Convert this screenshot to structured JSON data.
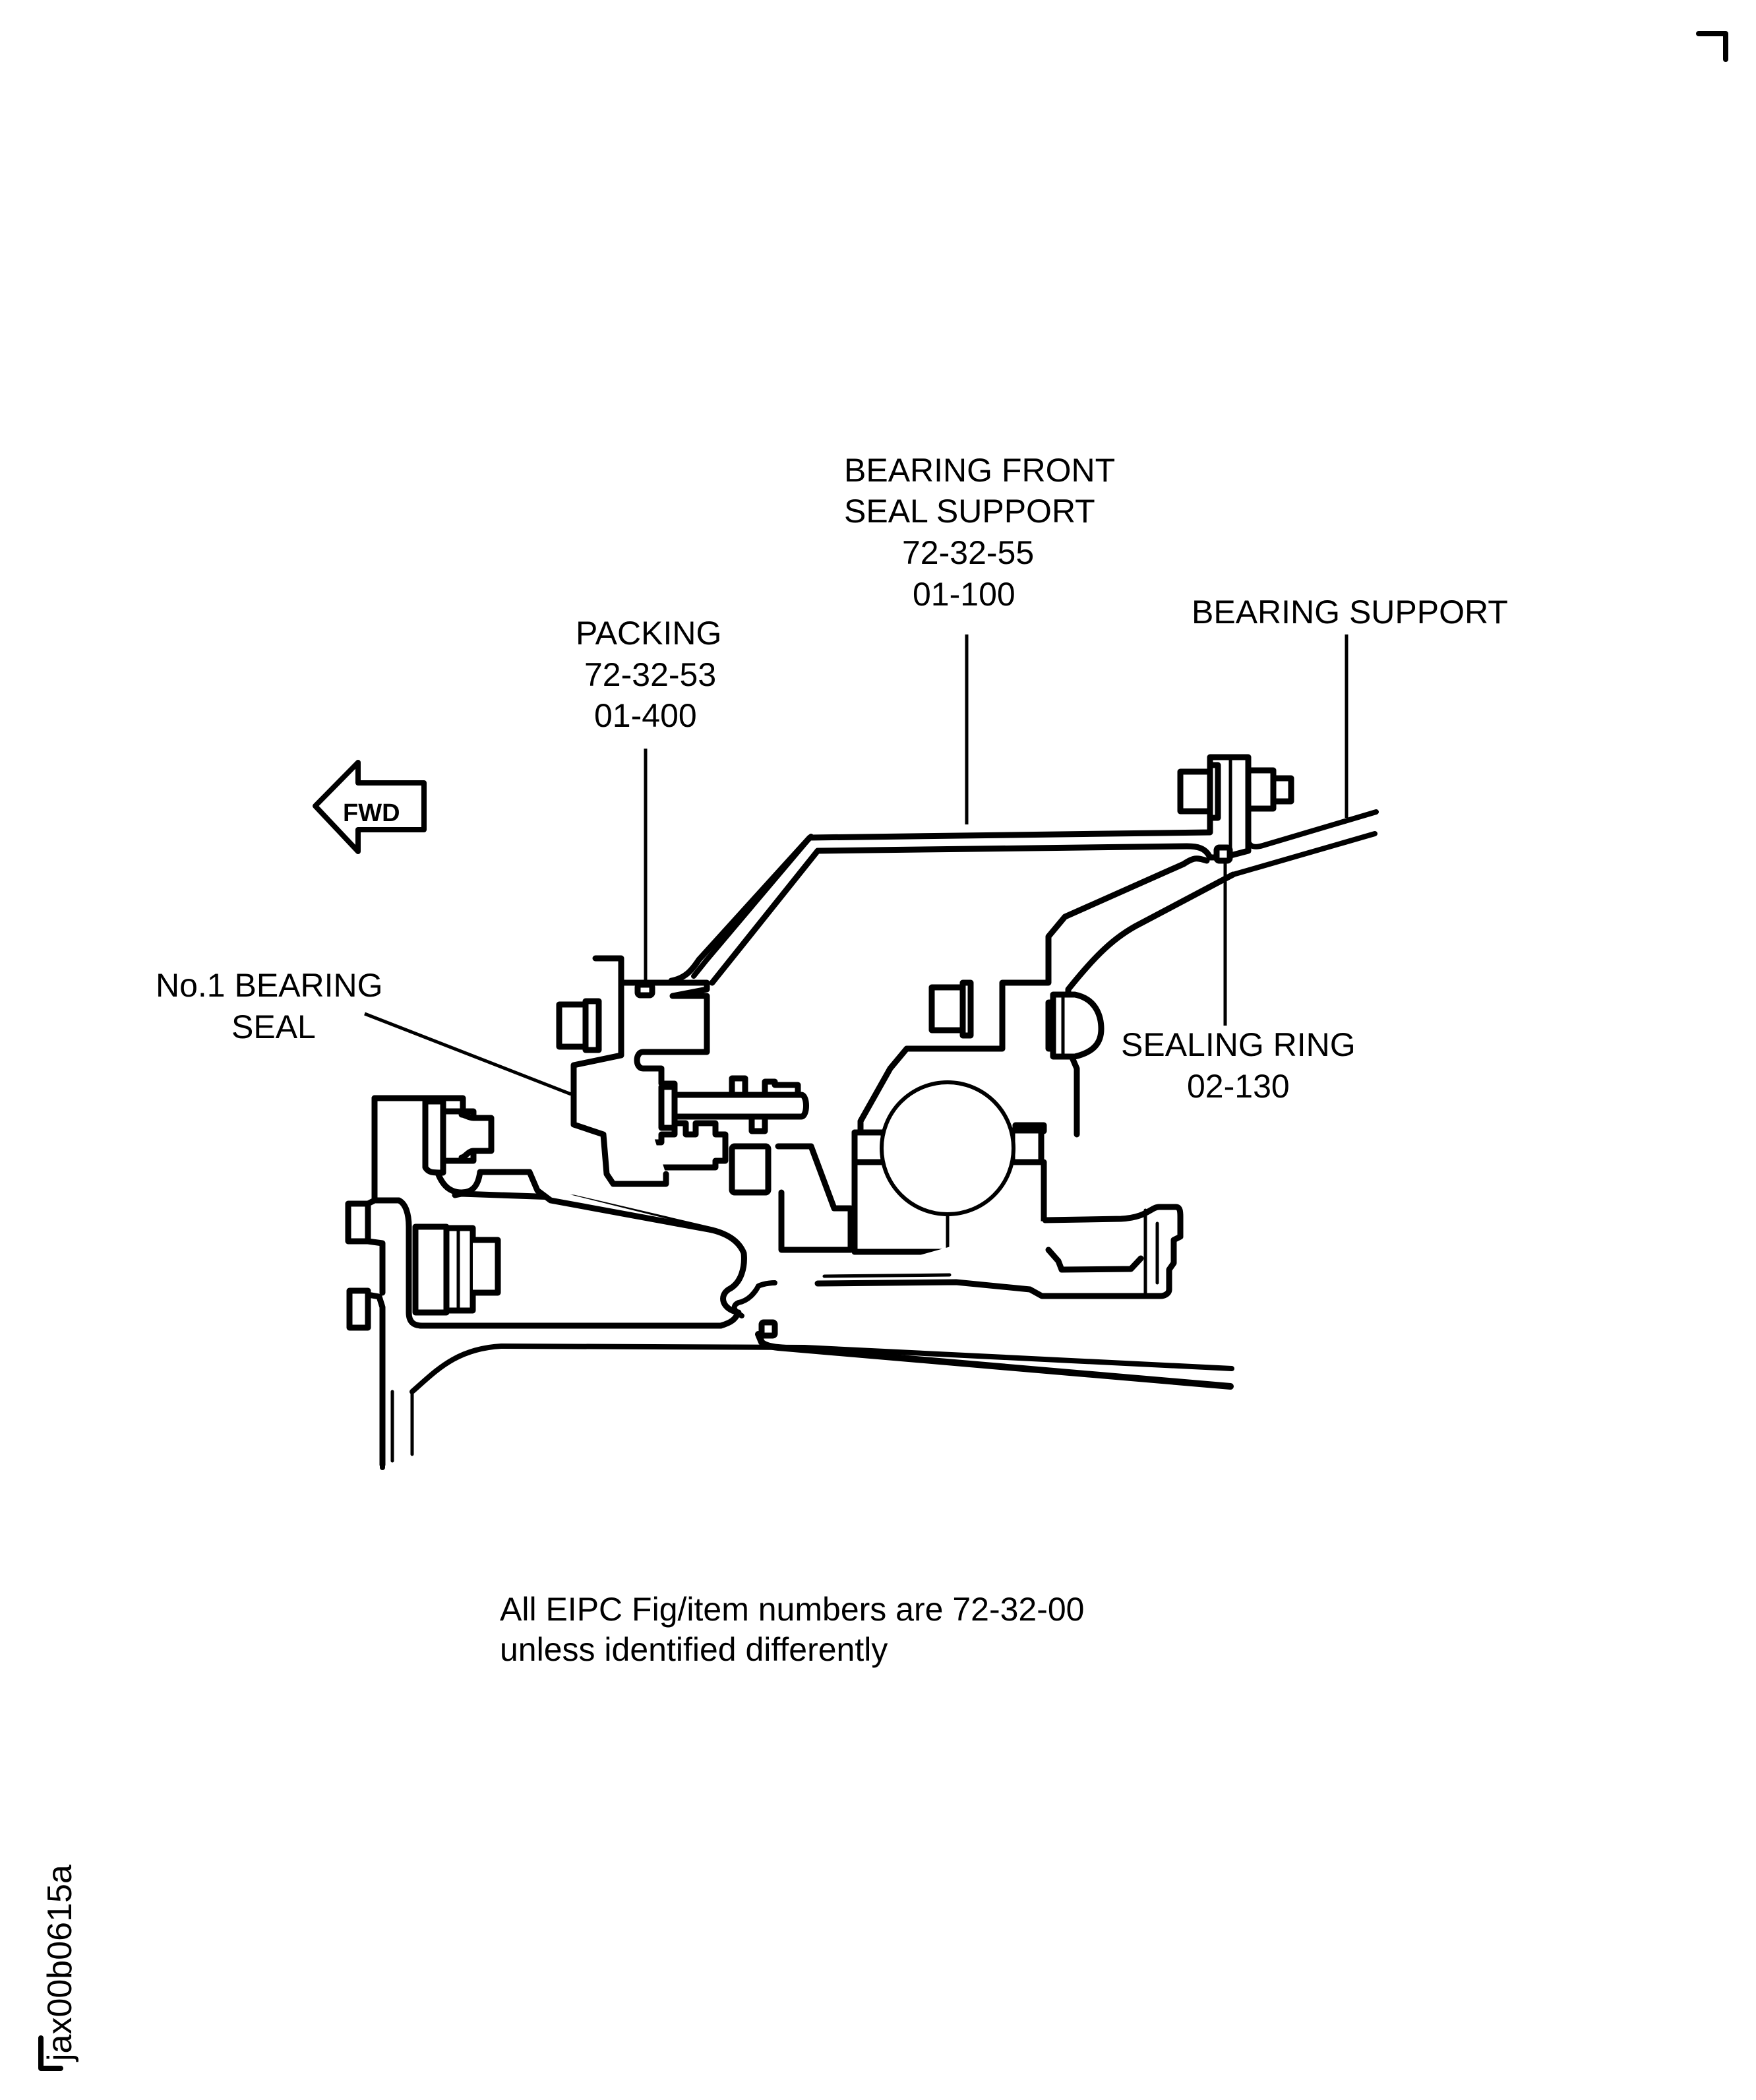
{
  "figure": {
    "id_code": "jax00b0615a",
    "orientation_label": "FWD",
    "note_lines": [
      "All EIPC Fig/item numbers are 72-32-00",
      "unless identified differently"
    ],
    "callouts": [
      {
        "key": "bearing_front_seal_support",
        "lines": [
          "BEARING FRONT",
          "SEAL SUPPORT",
          "72-32-55",
          "01-100"
        ]
      },
      {
        "key": "packing",
        "lines": [
          "PACKING",
          "72-32-53",
          "01-400"
        ]
      },
      {
        "key": "bearing_support",
        "lines": [
          "BEARING SUPPORT"
        ]
      },
      {
        "key": "no1_bearing_seal",
        "lines": [
          "No.1 BEARING",
          "SEAL"
        ]
      },
      {
        "key": "sealing_ring",
        "lines": [
          "SEALING RING",
          "02-130"
        ]
      }
    ]
  },
  "colors": {
    "ink": "#000000",
    "paper": "#ffffff"
  }
}
